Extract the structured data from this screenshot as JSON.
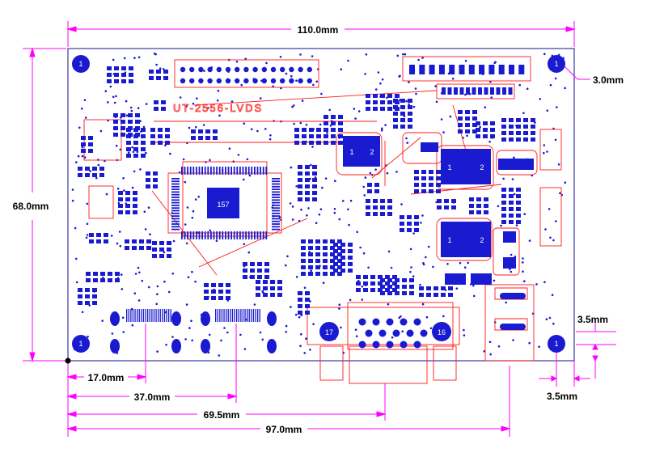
{
  "board": {
    "model_silkscreen": "UT-2556-LVDS",
    "ic_label": "157",
    "mounting_hole_labels": [
      "1",
      "1",
      "1",
      "1"
    ],
    "connector_hole_labels": [
      "17",
      "16"
    ],
    "regulator_pin_labels": [
      "1",
      "2"
    ]
  },
  "dimensions": {
    "width": "110.0mm",
    "height": "68.0mm",
    "hole_offset_right": "3.0mm",
    "hole_offset_bottom": "3.5mm",
    "hole_offset_side": "3.5mm",
    "d1": "17.0mm",
    "d2": "37.0mm",
    "d3": "69.5mm",
    "d4": "97.0mm"
  },
  "colors": {
    "board_fill": "#ffffff",
    "board_outline": "#3a3aa0",
    "pad_blue": "#1a1ad0",
    "trace_red": "#ff1a1a",
    "dimension_magenta": "#ff00ff",
    "text_black": "#000000"
  }
}
